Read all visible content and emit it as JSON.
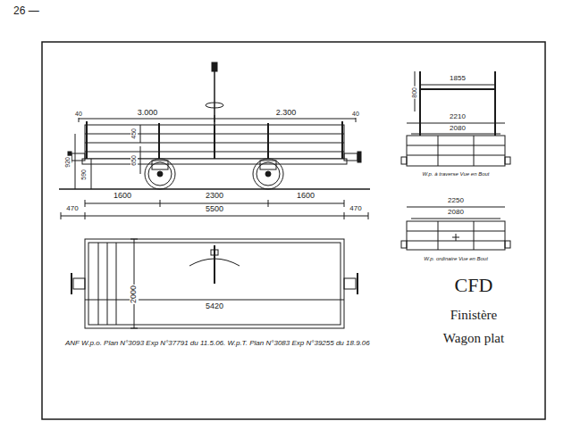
{
  "diagram": {
    "labels": [
      "26 —",
      "40",
      "3.000",
      "2.300",
      "40",
      "450",
      "650",
      "920",
      "590",
      "1600",
      "2300",
      "1600",
      "470",
      "5500",
      "470",
      "2000",
      "5420",
      "ANF W.p.o. Plan N°3093 Exp N°37791 du 11.5.06. W.p.T. Plan N°3083 Exp N°39255 du 18.9.06",
      "800",
      "1855",
      "2210",
      "2080",
      "W.p. à traverse Vue en Bout",
      "2250",
      "2080",
      "W.p. ordinaire Vue en Bout",
      "CFD",
      "Finistère",
      "Wagon plat"
    ]
  }
}
